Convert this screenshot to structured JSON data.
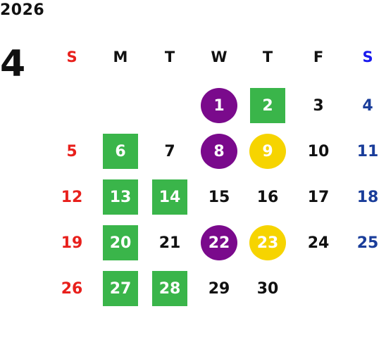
{
  "year": "2026",
  "month": "4",
  "colors": {
    "sunday": "#e8201c",
    "saturday": "#1a3d9a",
    "saturday_header": "#1a1aee",
    "weekday": "#111111",
    "purple": "#7a0a8c",
    "yellow": "#f6d400",
    "green": "#3ab54a"
  },
  "weekdays": [
    {
      "label": "S",
      "type": "sunday"
    },
    {
      "label": "M",
      "type": "weekday"
    },
    {
      "label": "T",
      "type": "weekday"
    },
    {
      "label": "W",
      "type": "weekday"
    },
    {
      "label": "T",
      "type": "weekday"
    },
    {
      "label": "F",
      "type": "weekday"
    },
    {
      "label": "S",
      "type": "saturday"
    }
  ],
  "days": [
    {
      "day": "1",
      "col": 3,
      "row": 0,
      "mark": "purple-circle"
    },
    {
      "day": "2",
      "col": 4,
      "row": 0,
      "mark": "green-square"
    },
    {
      "day": "3",
      "col": 5,
      "row": 0,
      "mark": ""
    },
    {
      "day": "4",
      "col": 6,
      "row": 0,
      "mark": ""
    },
    {
      "day": "5",
      "col": 0,
      "row": 1,
      "mark": ""
    },
    {
      "day": "6",
      "col": 1,
      "row": 1,
      "mark": "green-square"
    },
    {
      "day": "7",
      "col": 2,
      "row": 1,
      "mark": ""
    },
    {
      "day": "8",
      "col": 3,
      "row": 1,
      "mark": "purple-circle"
    },
    {
      "day": "9",
      "col": 4,
      "row": 1,
      "mark": "yellow-circle"
    },
    {
      "day": "10",
      "col": 5,
      "row": 1,
      "mark": ""
    },
    {
      "day": "11",
      "col": 6,
      "row": 1,
      "mark": ""
    },
    {
      "day": "12",
      "col": 0,
      "row": 2,
      "mark": ""
    },
    {
      "day": "13",
      "col": 1,
      "row": 2,
      "mark": "green-square"
    },
    {
      "day": "14",
      "col": 2,
      "row": 2,
      "mark": "green-square"
    },
    {
      "day": "15",
      "col": 3,
      "row": 2,
      "mark": ""
    },
    {
      "day": "16",
      "col": 4,
      "row": 2,
      "mark": ""
    },
    {
      "day": "17",
      "col": 5,
      "row": 2,
      "mark": ""
    },
    {
      "day": "18",
      "col": 6,
      "row": 2,
      "mark": ""
    },
    {
      "day": "19",
      "col": 0,
      "row": 3,
      "mark": ""
    },
    {
      "day": "20",
      "col": 1,
      "row": 3,
      "mark": "green-square"
    },
    {
      "day": "21",
      "col": 2,
      "row": 3,
      "mark": ""
    },
    {
      "day": "22",
      "col": 3,
      "row": 3,
      "mark": "purple-circle"
    },
    {
      "day": "23",
      "col": 4,
      "row": 3,
      "mark": "yellow-circle"
    },
    {
      "day": "24",
      "col": 5,
      "row": 3,
      "mark": ""
    },
    {
      "day": "25",
      "col": 6,
      "row": 3,
      "mark": ""
    },
    {
      "day": "26",
      "col": 0,
      "row": 4,
      "mark": ""
    },
    {
      "day": "27",
      "col": 1,
      "row": 4,
      "mark": "green-square"
    },
    {
      "day": "28",
      "col": 2,
      "row": 4,
      "mark": "green-square"
    },
    {
      "day": "29",
      "col": 3,
      "row": 4,
      "mark": ""
    },
    {
      "day": "30",
      "col": 4,
      "row": 4,
      "mark": ""
    }
  ]
}
